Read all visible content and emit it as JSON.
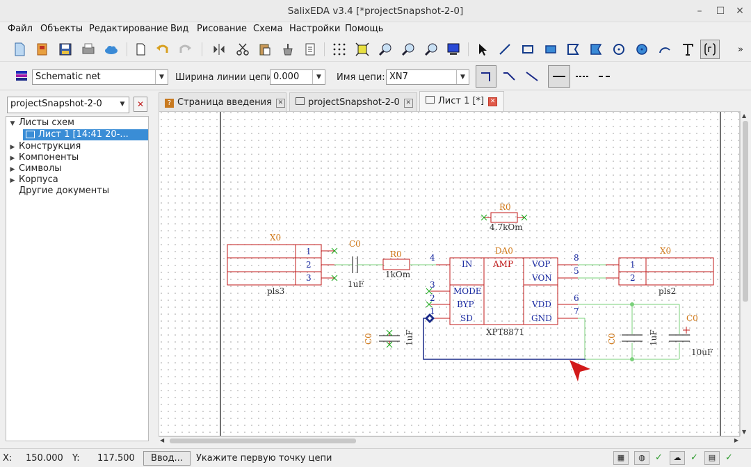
{
  "window": {
    "title": "SalixEDA v3.4 [*projectSnapshot-2-0]"
  },
  "menu": [
    "Файл",
    "Объекты",
    "Редактирование",
    "Вид",
    "Рисование",
    "Схема",
    "Настройки",
    "Помощь"
  ],
  "netbar": {
    "layer_value": "Schematic net",
    "width_label": "Ширина линии цепи:",
    "width_value": "0.000",
    "name_label": "Имя цепи:",
    "name_value": "XN7"
  },
  "project": {
    "selector_value": "projectSnapshot-2-0"
  },
  "tree": {
    "sheets": "Листы схем",
    "sheet1": "Лист 1 [14:41 20-...",
    "construct": "Конструкция",
    "components": "Компоненты",
    "symbols": "Символы",
    "packages": "Корпуса",
    "other": "Другие документы"
  },
  "tabs": [
    {
      "label": "Страница введения"
    },
    {
      "label": "projectSnapshot-2-0"
    },
    {
      "label": "Лист 1 [*]"
    }
  ],
  "schematic": {
    "left_conn": {
      "ref": "X0",
      "name": "pls3",
      "pins": [
        "1",
        "2",
        "3"
      ]
    },
    "right_conn": {
      "ref": "X0",
      "name": "pls2",
      "pins": [
        "1",
        "2"
      ]
    },
    "cap_series": {
      "ref": "C0",
      "value": "1uF"
    },
    "res_series": {
      "ref": "R0",
      "value": "1kOm"
    },
    "res_top": {
      "ref": "R0",
      "value": "4.7kOm"
    },
    "chip": {
      "ref": "DA0",
      "name": "XPT8871",
      "title": "AMP",
      "left_pins": [
        {
          "num": "4",
          "name": "IN"
        },
        {
          "num": "3",
          "name": "MODE"
        },
        {
          "num": "2",
          "name": "BYP"
        },
        {
          "num": "1",
          "name": "SD"
        }
      ],
      "right_pins": [
        {
          "num": "8",
          "name": "VOP"
        },
        {
          "num": "5",
          "name": "VON"
        },
        {
          "num": "6",
          "name": "VDD"
        },
        {
          "num": "7",
          "name": "GND"
        }
      ]
    },
    "cap_lone": {
      "ref": "C0",
      "value": "1uF"
    },
    "cap_dec1": {
      "ref": "C0",
      "value": "1uF"
    },
    "cap_dec2": {
      "ref": "C0",
      "value": "10uF"
    }
  },
  "status": {
    "x_label": "X:",
    "x_value": "150.000",
    "y_label": "Y:",
    "y_value": "117.500",
    "input_button": "Ввод...",
    "hint": "Укажите первую точку цепи"
  },
  "colors": {
    "part": "#c01818",
    "pin_text": "#1a2aa0",
    "ref_text": "#d07818",
    "net": "#7ad07a",
    "bus": "#1a2a88"
  }
}
